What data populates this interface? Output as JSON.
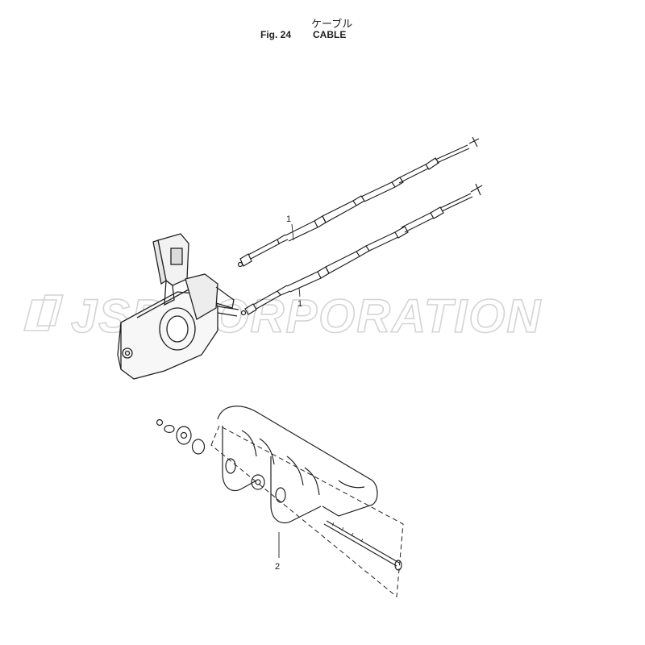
{
  "header": {
    "title_jp": "ケーブル",
    "fig_label": "Fig. 24",
    "title_en": "CABLE"
  },
  "callouts": [
    {
      "label": "1"
    },
    {
      "label": "1"
    },
    {
      "label": "2"
    }
  ],
  "watermark": {
    "text": "JSP CORPORATION",
    "color": "#d4d4d4"
  }
}
